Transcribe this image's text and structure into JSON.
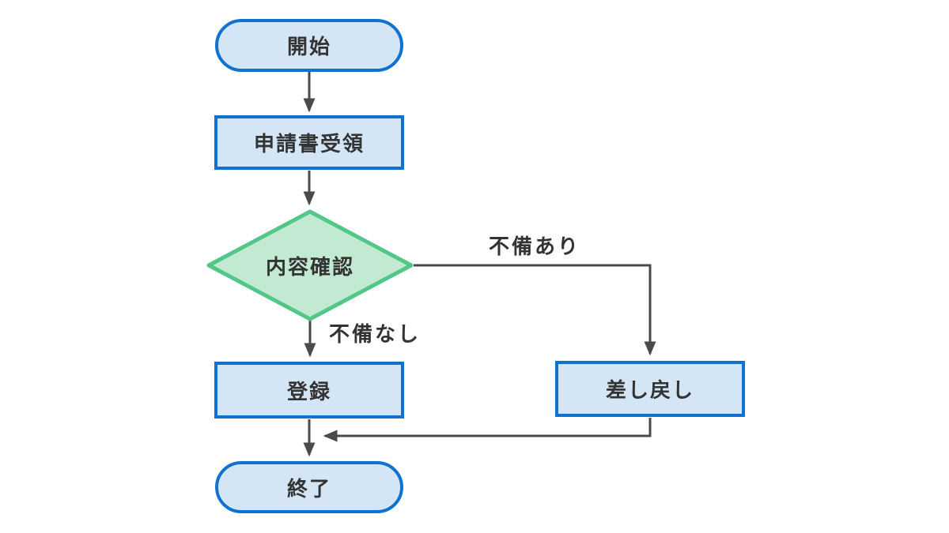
{
  "diagram": {
    "type": "flowchart",
    "direction": "top-down",
    "nodes": [
      {
        "id": "start",
        "label": "開始",
        "shape": "terminator"
      },
      {
        "id": "receive",
        "label": "申請書受領",
        "shape": "process"
      },
      {
        "id": "check",
        "label": "内容確認",
        "shape": "decision"
      },
      {
        "id": "register",
        "label": "登録",
        "shape": "process"
      },
      {
        "id": "sendback",
        "label": "差し戻し",
        "shape": "process"
      },
      {
        "id": "end",
        "label": "終了",
        "shape": "terminator"
      }
    ],
    "edges": [
      {
        "from": "start",
        "to": "receive",
        "label": ""
      },
      {
        "from": "receive",
        "to": "check",
        "label": ""
      },
      {
        "from": "check",
        "to": "sendback",
        "label": "不備あり"
      },
      {
        "from": "check",
        "to": "register",
        "label": "不備なし"
      },
      {
        "from": "register",
        "to": "end",
        "label": ""
      },
      {
        "from": "sendback",
        "to": "end",
        "label": ""
      }
    ],
    "colors": {
      "process_fill": "#d4e5f6",
      "process_border": "#0f72d0",
      "decision_fill": "#c2e9d2",
      "decision_border": "#52c789",
      "edge_line": "#4a4a4a",
      "text": "#333333",
      "background": "#ffffff"
    }
  }
}
